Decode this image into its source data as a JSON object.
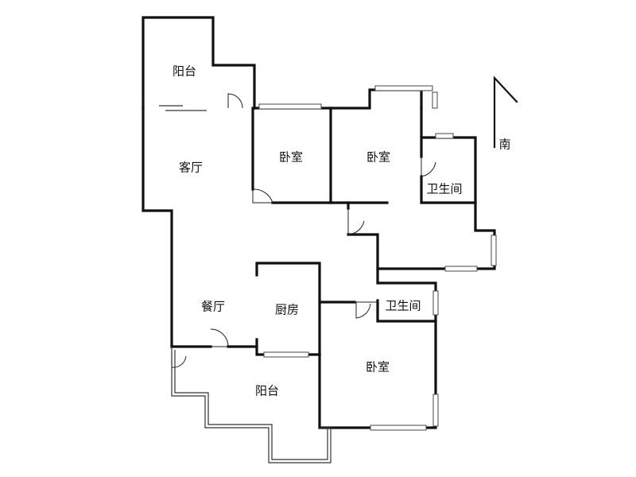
{
  "rooms": {
    "balcony_north": "阳台",
    "living_room": "客厅",
    "bedroom_1": "卧室",
    "bedroom_2": "卧室",
    "bathroom_1": "卫生间",
    "dining_room": "餐厅",
    "kitchen": "厨房",
    "bathroom_2": "卫生间",
    "bedroom_3": "卧室",
    "balcony_south": "阳台"
  },
  "compass": {
    "label": "南"
  }
}
